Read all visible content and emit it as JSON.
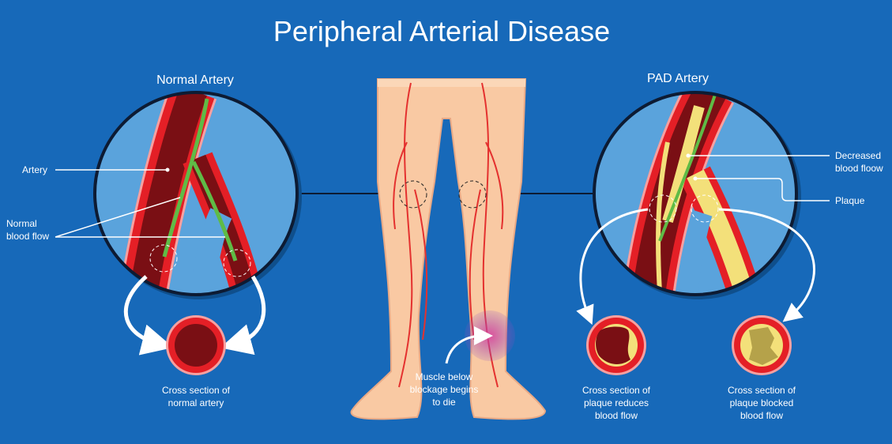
{
  "title": "Peripheral Arterial Disease",
  "normal": {
    "heading": "Normal Artery",
    "artery_label": "Artery",
    "flow_label": [
      "Normal",
      "blood flow"
    ],
    "cross_section_label": [
      "Cross section of",
      "normal artery"
    ]
  },
  "legs": {
    "muscle_label": [
      "Muscle below",
      "blockage begins",
      "to die"
    ]
  },
  "pad": {
    "heading": "PAD Artery",
    "decreased_label": [
      "Decreased",
      "blood floow"
    ],
    "plaque_label": "Plaque",
    "cross_section_reduced_label": [
      "Cross section of",
      "plaque reduces",
      "blood flow"
    ],
    "cross_section_blocked_label": [
      "Cross section of",
      "plaque blocked",
      "blood flow"
    ]
  },
  "colors": {
    "background": "#1769b9",
    "circle_fill": "#5aa3dc",
    "artery_red": "#e41f26",
    "blood_dark": "#7a0f14",
    "plaque": "#f3e07a",
    "flow_green": "#5fbb46",
    "skin": "#f9c9a3"
  }
}
